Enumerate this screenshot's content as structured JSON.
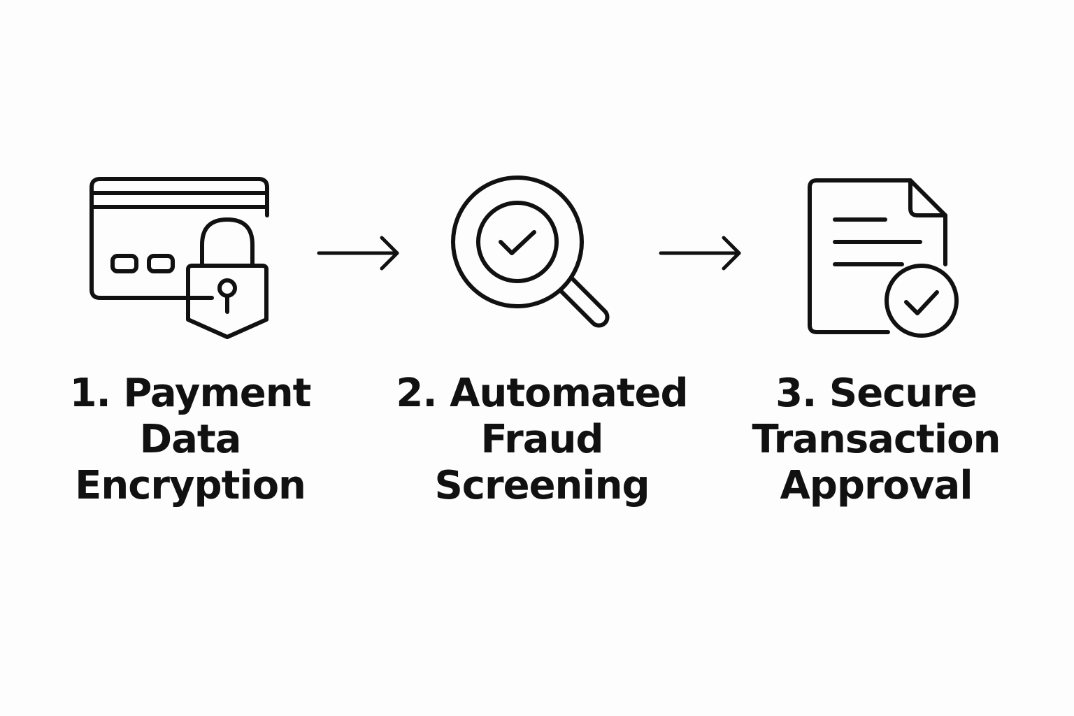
{
  "steps": [
    {
      "icon": "credit-card-lock-icon",
      "label_lines": [
        "1. Payment",
        "Data",
        "Encryption"
      ]
    },
    {
      "icon": "magnifier-check-icon",
      "label_lines": [
        "2. Automated",
        "Fraud",
        "Screening"
      ]
    },
    {
      "icon": "document-check-icon",
      "label_lines": [
        "3. Secure",
        "Transaction",
        "Approval"
      ]
    }
  ],
  "connectors": [
    "arrow-right-icon",
    "arrow-right-icon"
  ],
  "colors": {
    "background": "#fdfdfd",
    "stroke": "#111111"
  }
}
